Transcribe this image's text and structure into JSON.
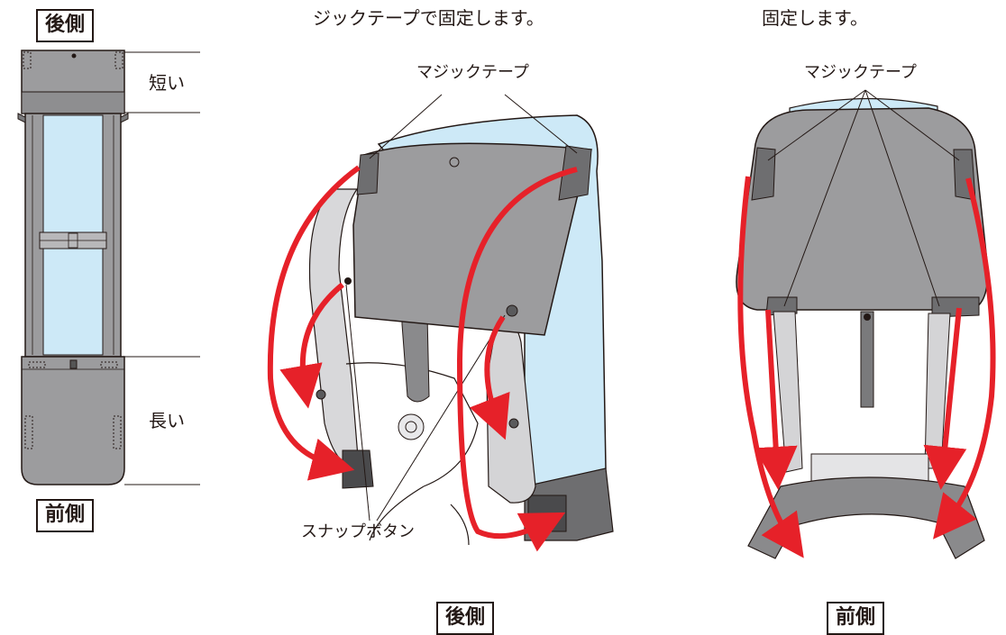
{
  "left_panel": {
    "top_label": "後側",
    "short_label": "短い",
    "long_label": "長い",
    "bottom_label": "前側"
  },
  "center_panel": {
    "caption": "ジックテープで固定します。",
    "velcro_label": "マジックテープ",
    "snap_label": "スナップボタン",
    "bottom_label": "後側"
  },
  "right_panel": {
    "caption": "固定します。",
    "velcro_label": "マジックテープ",
    "bottom_label": "前側"
  },
  "colors": {
    "cover_gray": "#9c9c9e",
    "light_blue": "#cde9f7",
    "arrow_red": "#e62129",
    "outline": "#231815"
  }
}
